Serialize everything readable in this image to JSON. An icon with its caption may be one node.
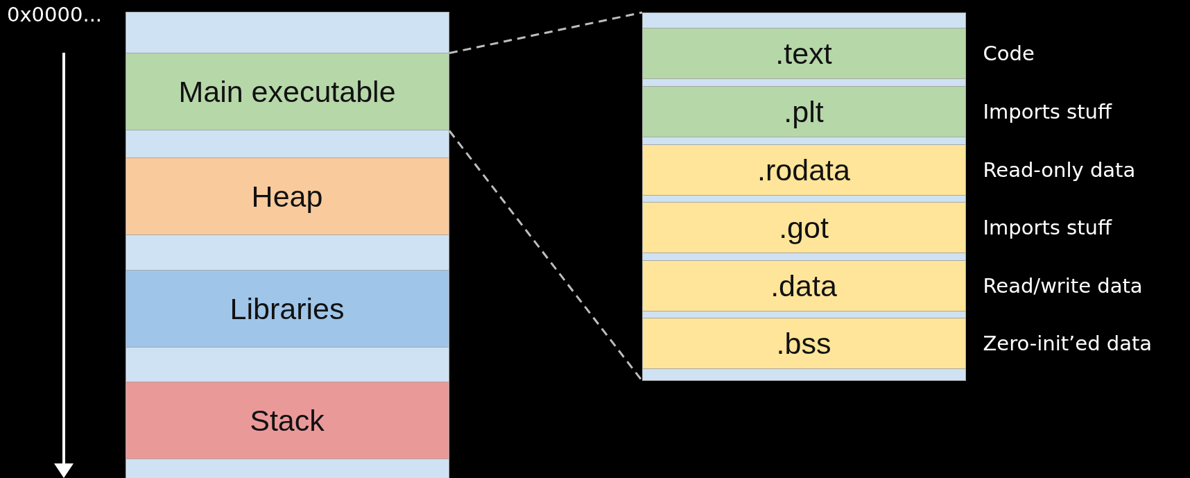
{
  "diagram": {
    "nodes": [
      {
        "text": [],
        "shape": "box"
      },
      {
        "text": [
          "Main executable"
        ],
        "in": 0
      },
      {
        "text": [
          "Heap"
        ],
        "in": 0
      },
      {
        "text": [
          "Libraries"
        ],
        "in": 0
      },
      {
        "text": [
          "Stack"
        ],
        "in": 0
      },
      {
        "text": [],
        "shape": "box"
      },
      {
        "text": [
          ".text"
        ],
        "in": 5,
        "beside": [
          "Code"
        ]
      },
      {
        "text": [
          ".plt"
        ],
        "in": 5,
        "beside": [
          "Imports stuff"
        ]
      },
      {
        "text": [
          ".rodata"
        ],
        "in": 5,
        "beside": [
          "Read-only data"
        ]
      },
      {
        "text": [
          ".got"
        ],
        "in": 5,
        "beside": [
          "Imports stuff"
        ]
      },
      {
        "text": [
          ".data"
        ],
        "in": 5,
        "beside": [
          "Read/write data"
        ]
      },
      {
        "text": [
          ".bss"
        ],
        "in": 5,
        "beside": [
          "Zero-init’ed data"
        ]
      }
    ],
    "edges": [
      {
        "from": 1,
        "to": 5,
        "arrow": "none",
        "style": "dashed"
      },
      {
        "from": 1,
        "to": 5,
        "arrow": "none",
        "style": "dashed"
      }
    ],
    "labels": [
      "0x0000..."
    ]
  }
}
